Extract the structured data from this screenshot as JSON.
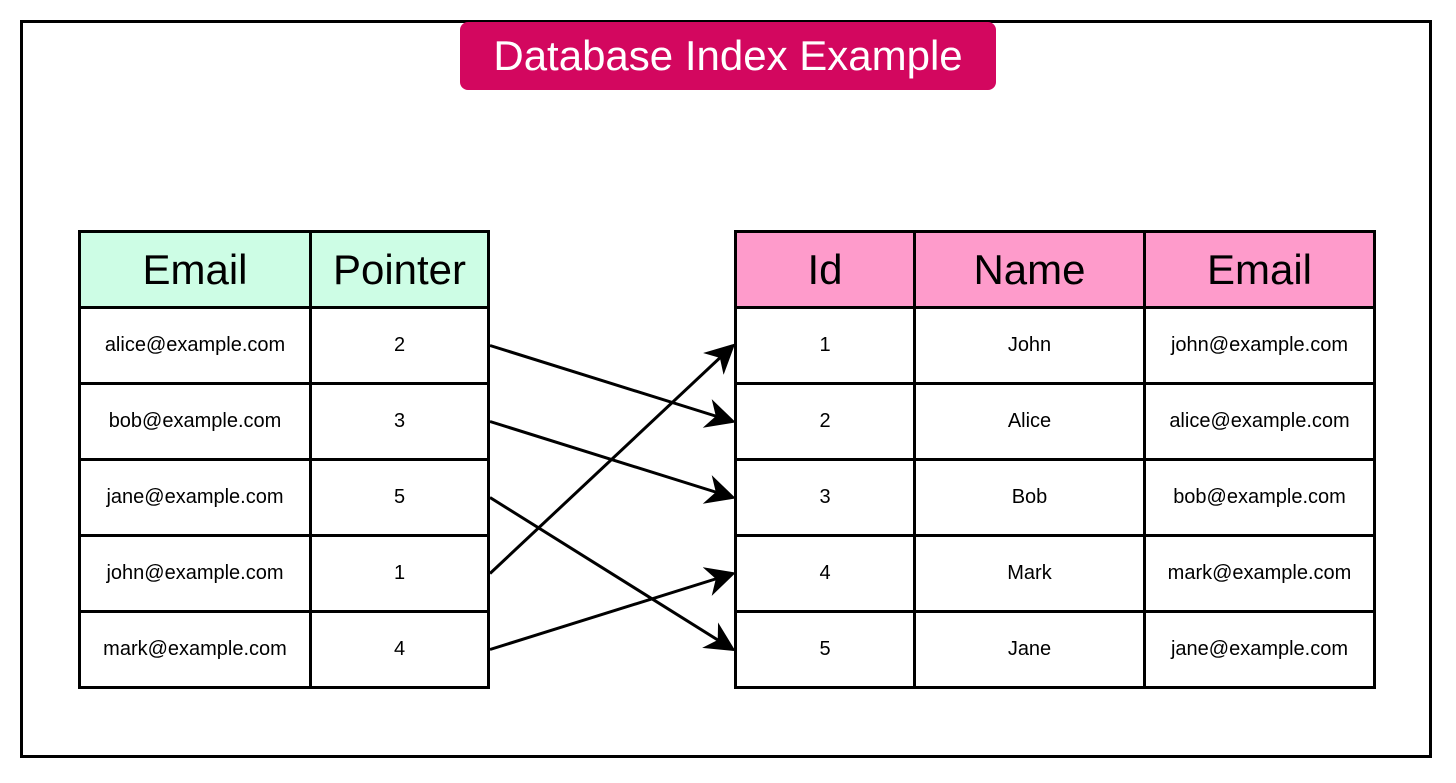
{
  "title": "Database Index Example",
  "colors": {
    "title_bg": "#d3075f",
    "index_header_bg": "#cdfde5",
    "data_header_bg": "#fe9bcb",
    "arrow": "#000000"
  },
  "index_table": {
    "headers": [
      "Email",
      "Pointer"
    ],
    "rows": [
      {
        "email": "alice@example.com",
        "pointer": "2"
      },
      {
        "email": "bob@example.com",
        "pointer": "3"
      },
      {
        "email": "jane@example.com",
        "pointer": "5"
      },
      {
        "email": "john@example.com",
        "pointer": "1"
      },
      {
        "email": "mark@example.com",
        "pointer": "4"
      }
    ]
  },
  "data_table": {
    "headers": [
      "Id",
      "Name",
      "Email"
    ],
    "rows": [
      {
        "id": "1",
        "name": "John",
        "email": "john@example.com"
      },
      {
        "id": "2",
        "name": "Alice",
        "email": "alice@example.com"
      },
      {
        "id": "3",
        "name": "Bob",
        "email": "bob@example.com"
      },
      {
        "id": "4",
        "name": "Mark",
        "email": "mark@example.com"
      },
      {
        "id": "5",
        "name": "Jane",
        "email": "jane@example.com"
      }
    ]
  }
}
